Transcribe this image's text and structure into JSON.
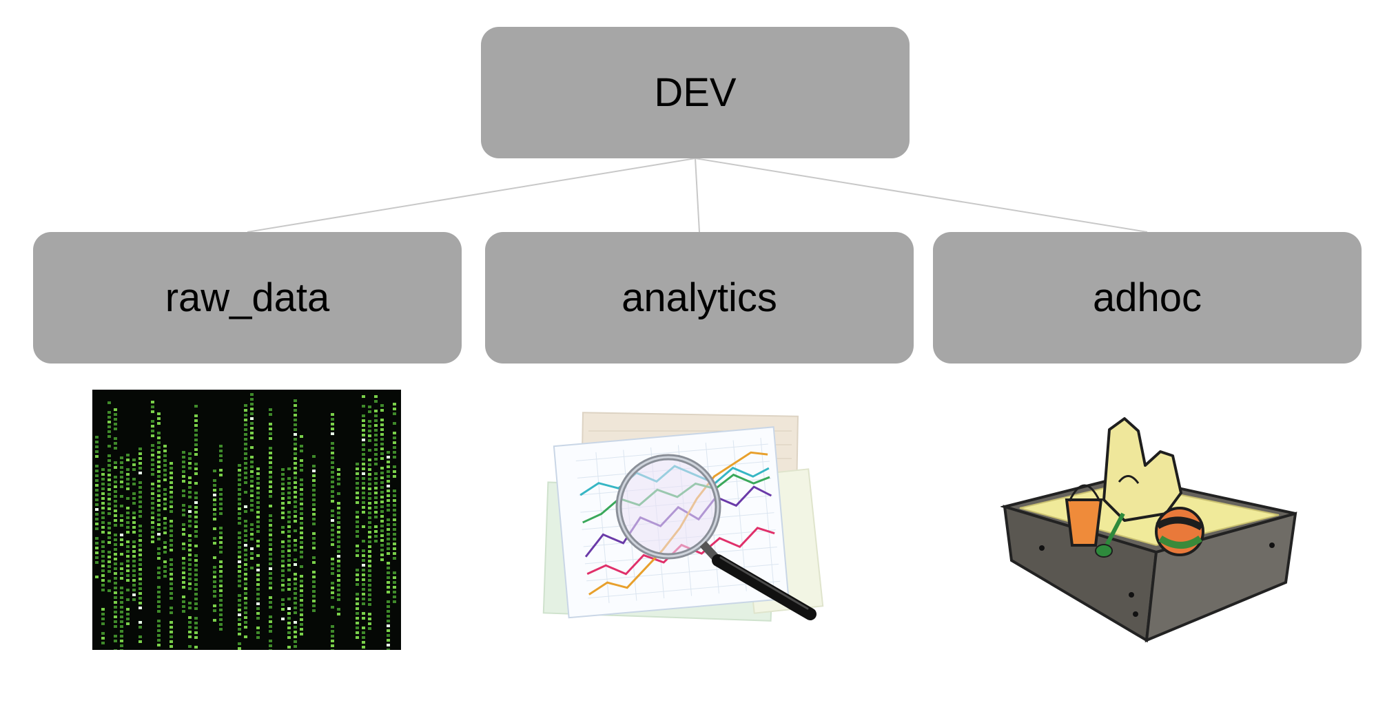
{
  "root": {
    "label": "DEV"
  },
  "children": [
    {
      "label": "raw_data",
      "illustration": "matrix-code-rain-image"
    },
    {
      "label": "analytics",
      "illustration": "charts-magnifier-image"
    },
    {
      "label": "adhoc",
      "illustration": "sandbox-toys-image"
    }
  ],
  "colors": {
    "box_fill": "#a6a6a6",
    "connector": "#c8c8c8",
    "text": "#000000"
  }
}
